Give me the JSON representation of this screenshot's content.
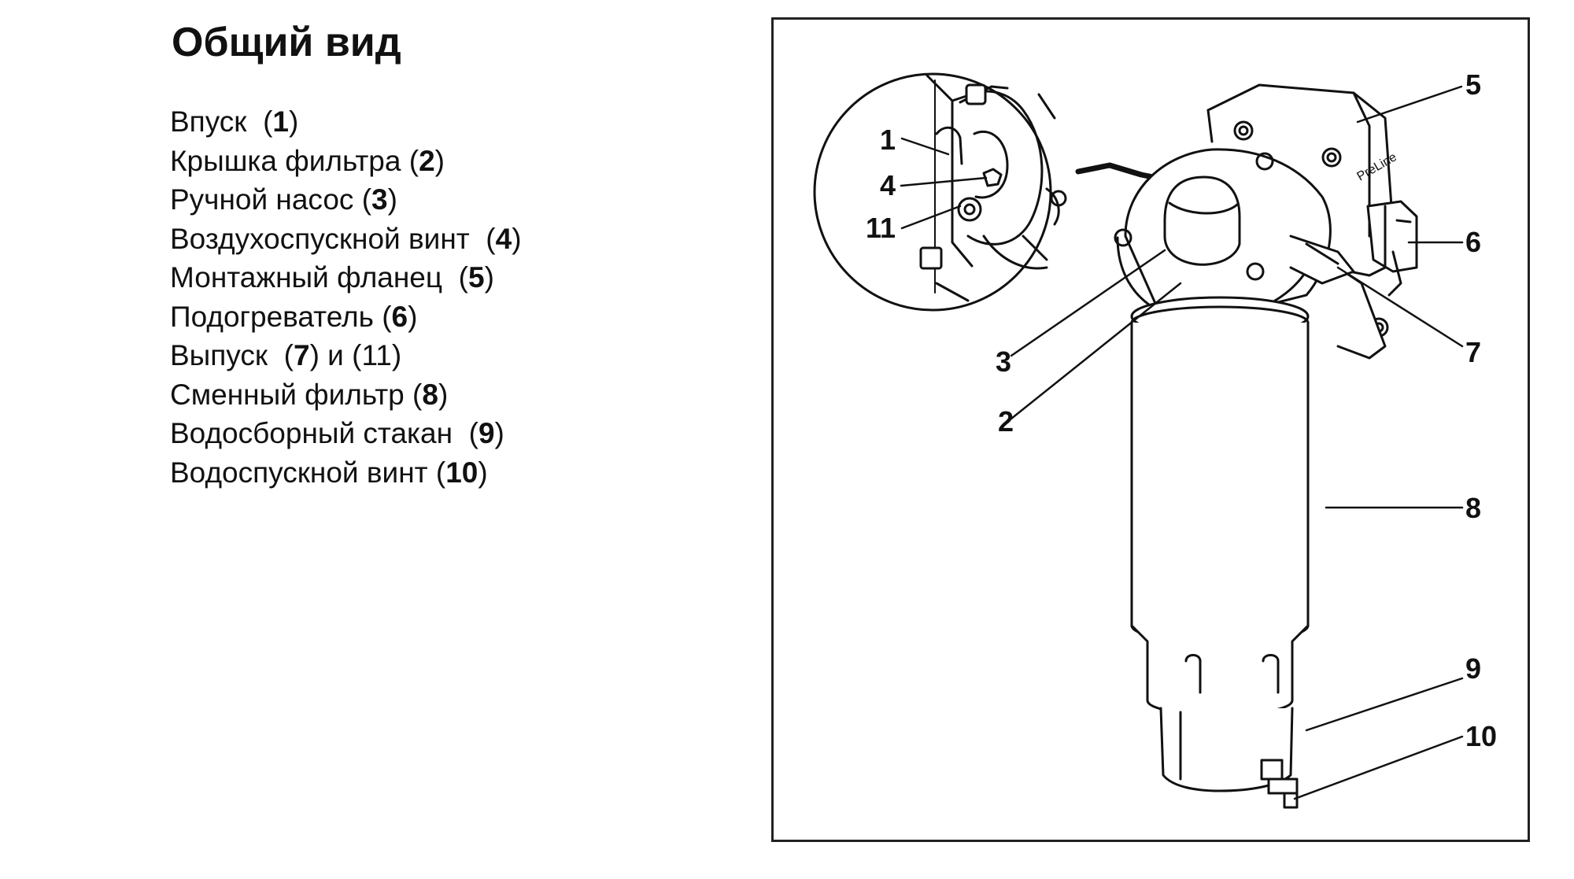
{
  "page": {
    "title": "Общий вид"
  },
  "parts": [
    {
      "label": "Впуск",
      "num": "1",
      "sep": "  "
    },
    {
      "label": "Крышка фильтра",
      "num": "2",
      "sep": " "
    },
    {
      "label": "Ручной насос",
      "num": "3",
      "sep": " "
    },
    {
      "label": "Воздухоспускной винт",
      "num": "4",
      "sep": "  "
    },
    {
      "label": "Монтажный фланец",
      "num": "5",
      "sep": "  "
    },
    {
      "label": "Подогреватель",
      "num": "6",
      "sep": " "
    },
    {
      "label": "Выпуск",
      "num": "7",
      "sep": "  ",
      "extra": " и ",
      "num2": "11"
    },
    {
      "label": "Сменный фильтр",
      "num": "8",
      "sep": " "
    },
    {
      "label": "Водосборный стакан",
      "num": "9",
      "sep": "  "
    },
    {
      "label": "Водоспускной винт",
      "num": "10",
      "sep": " "
    }
  ],
  "figure": {
    "brand_text": "PreLine",
    "callouts": {
      "c1": "1",
      "c2": "2",
      "c3": "3",
      "c4": "4",
      "c5": "5",
      "c6": "6",
      "c7": "7",
      "c8": "8",
      "c9": "9",
      "c10": "10",
      "c11": "11"
    }
  }
}
